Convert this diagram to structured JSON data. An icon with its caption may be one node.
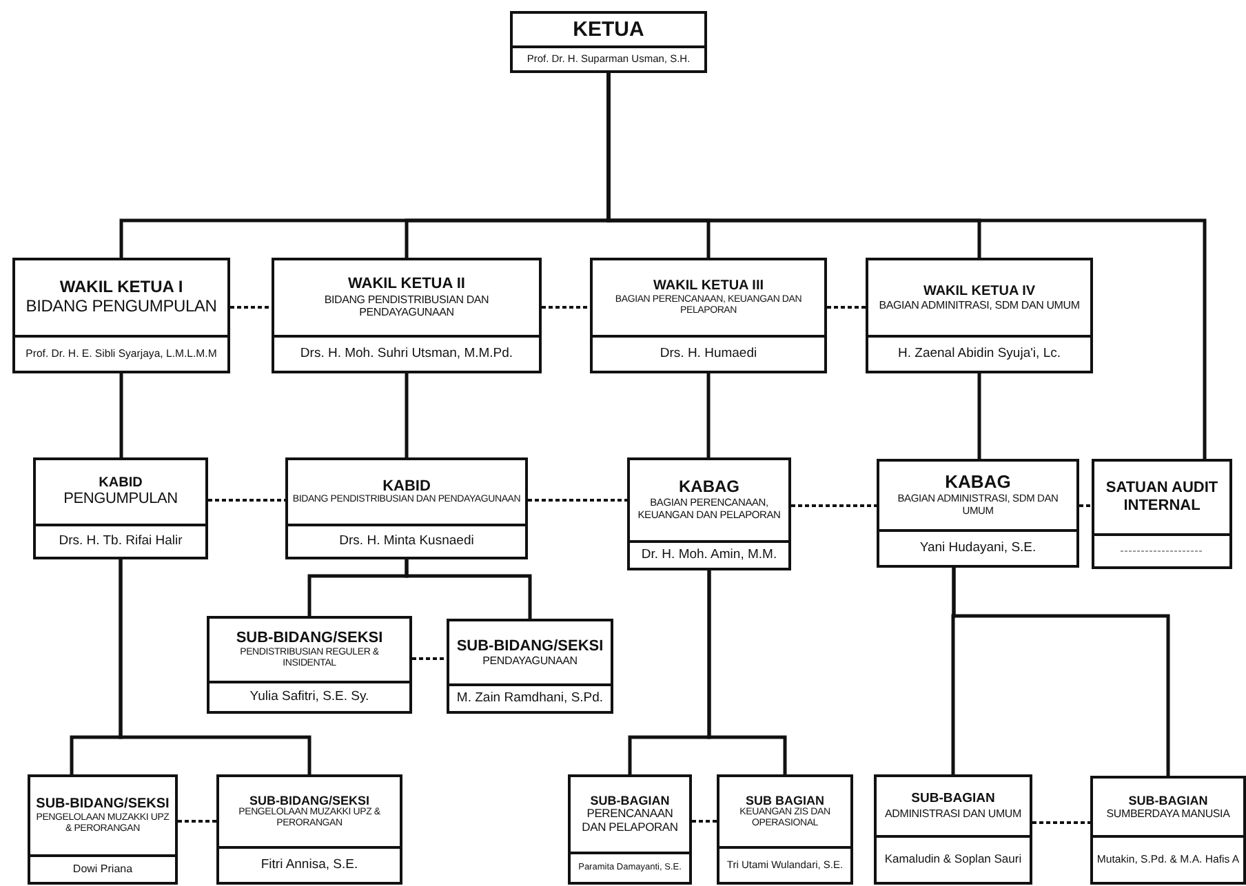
{
  "diagram": {
    "nodes": [
      {
        "text": [
          "KETUA",
          "Prof. Dr. H. Suparman Usman, S.H."
        ]
      },
      {
        "text": [
          "WAKIL KETUA I",
          "BIDANG PENGUMPULAN",
          "Prof. Dr. H. E. Sibli Syarjaya, L.M.L.M.M"
        ]
      },
      {
        "text": [
          "WAKIL KETUA II",
          "BIDANG PENDISTRIBUSIAN DAN PENDAYAGUNAAN",
          "Drs. H. Moh. Suhri Utsman, M.M.Pd."
        ]
      },
      {
        "text": [
          "WAKIL KETUA III",
          "BAGIAN PERENCANAAN, KEUANGAN DAN PELAPORAN",
          "Drs. H. Humaedi"
        ]
      },
      {
        "text": [
          "WAKIL KETUA IV",
          "BAGIAN ADMINITRASI, SDM DAN UMUM",
          "H. Zaenal Abidin Syuja'i, Lc."
        ]
      },
      {
        "text": [
          "KABID",
          "PENGUMPULAN",
          "Drs. H. Tb. Rifai Halir"
        ]
      },
      {
        "text": [
          "KABID",
          "BIDANG PENDISTRIBUSIAN DAN PENDAYAGUNAAN",
          "Drs. H. Minta Kusnaedi"
        ]
      },
      {
        "text": [
          "KABAG",
          "BAGIAN PERENCANAAN, KEUANGAN DAN PELAPORAN",
          "Dr. H. Moh. Amin, M.M."
        ]
      },
      {
        "text": [
          "KABAG",
          "BAGIAN ADMINISTRASI, SDM DAN UMUM",
          "Yani Hudayani, S.E."
        ]
      },
      {
        "text": [
          "SATUAN AUDIT INTERNAL"
        ]
      },
      {
        "text": [
          "SUB-BIDANG/SEKSI",
          "PENDISTRIBUSIAN REGULER & INSIDENTAL",
          "Yulia Safitri, S.E. Sy."
        ]
      },
      {
        "text": [
          "SUB-BIDANG/SEKSI",
          "PENDAYAGUNAAN",
          "M. Zain Ramdhani, S.Pd."
        ]
      },
      {
        "text": [
          "SUB-BIDANG/SEKSI",
          "PENGELOLAAN MUZAKKI UPZ & PERORANGAN",
          "Dowi Priana"
        ]
      },
      {
        "text": [
          "SUB-BIDANG/SEKSI",
          "PENGELOLAAN MUZAKKI UPZ & PERORANGAN",
          "Fitri Annisa, S.E."
        ]
      },
      {
        "text": [
          "SUB-BAGIAN",
          "PERENCANAAN DAN PELAPORAN",
          "Paramita Damayanti, S.E."
        ]
      },
      {
        "text": [
          "SUB BAGIAN",
          "KEUANGAN ZIS DAN OPERASIONAL",
          "Tri Utami Wulandari, S.E."
        ]
      },
      {
        "text": [
          "SUB-BAGIAN",
          "ADMINISTRASI DAN UMUM",
          "Kamaludin & Soplan Sauri"
        ]
      },
      {
        "text": [
          "SUB-BAGIAN",
          "SUMBERDAYA MANUSIA",
          "Mutakin, S.Pd. & M.A. Hafis A"
        ]
      }
    ],
    "edges": [
      {
        "from": 0,
        "to": 1,
        "arrow": "none"
      },
      {
        "from": 0,
        "to": 2,
        "arrow": "none"
      },
      {
        "from": 0,
        "to": 3,
        "arrow": "none"
      },
      {
        "from": 0,
        "to": 4,
        "arrow": "none"
      },
      {
        "from": 0,
        "to": 9,
        "arrow": "none"
      },
      {
        "from": 1,
        "to": 5,
        "arrow": "none"
      },
      {
        "from": 2,
        "to": 6,
        "arrow": "none"
      },
      {
        "from": 3,
        "to": 7,
        "arrow": "none"
      },
      {
        "from": 4,
        "to": 8,
        "arrow": "none"
      },
      {
        "from": 6,
        "to": 10,
        "arrow": "none"
      },
      {
        "from": 6,
        "to": 11,
        "arrow": "none"
      },
      {
        "from": 5,
        "to": 12,
        "arrow": "none"
      },
      {
        "from": 5,
        "to": 13,
        "arrow": "none"
      },
      {
        "from": 7,
        "to": 14,
        "arrow": "none"
      },
      {
        "from": 7,
        "to": 15,
        "arrow": "none"
      },
      {
        "from": 8,
        "to": 16,
        "arrow": "none"
      },
      {
        "from": 8,
        "to": 17,
        "arrow": "none"
      },
      {
        "from": 1,
        "to": 2,
        "arrow": "none",
        "style": "dashed"
      },
      {
        "from": 2,
        "to": 3,
        "arrow": "none",
        "style": "dashed"
      },
      {
        "from": 3,
        "to": 4,
        "arrow": "none",
        "style": "dashed"
      },
      {
        "from": 5,
        "to": 6,
        "arrow": "none",
        "style": "dashed"
      },
      {
        "from": 6,
        "to": 7,
        "arrow": "none",
        "style": "dashed"
      },
      {
        "from": 7,
        "to": 8,
        "arrow": "none",
        "style": "dashed"
      },
      {
        "from": 8,
        "to": 9,
        "arrow": "none",
        "style": "dashed"
      },
      {
        "from": 10,
        "to": 11,
        "arrow": "none",
        "style": "dashed"
      },
      {
        "from": 12,
        "to": 13,
        "arrow": "none",
        "style": "dashed"
      },
      {
        "from": 14,
        "to": 15,
        "arrow": "none",
        "style": "dashed"
      },
      {
        "from": 16,
        "to": 17,
        "arrow": "none",
        "style": "dashed"
      }
    ]
  }
}
